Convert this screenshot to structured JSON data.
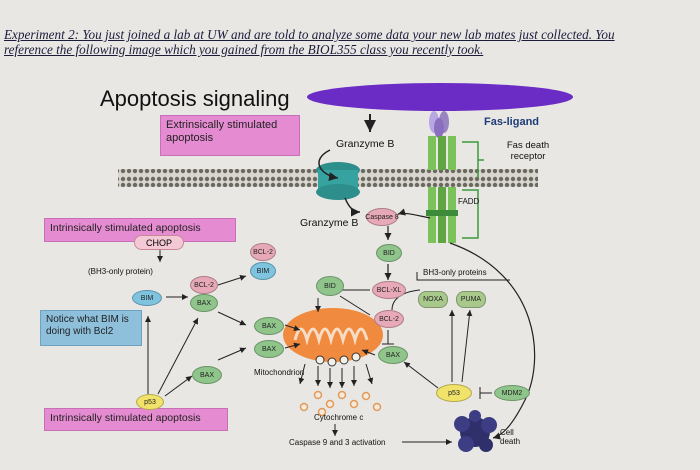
{
  "header": {
    "line1": "Experiment 2: You just joined a lab at UW and are told to analyze some data your new lab mates just collected. You",
    "line2": "reference the following image which you gained from the BIOL355 class you recently took."
  },
  "diagram": {
    "title": "Apoptosis signaling",
    "extrinsic_label": "Extrinsically stimulated apoptosis",
    "intrinsic_label_top": "Intrinsically stimulated apoptosis",
    "intrinsic_label_bottom": "Intrinsically stimulated apoptosis",
    "note": "Notice what BIM is doing with Bcl2",
    "fas_ligand": "Fas-ligand",
    "fas_receptor": "Fas death receptor",
    "fadd": "FADD",
    "granzyme_b_top": "Granzyme B",
    "granzyme_b_mid": "Granzyme B",
    "chop": "CHOP",
    "bh3_only_protein": "(BH3-only protein)",
    "bh3_only_proteins": "BH3-only proteins",
    "caspase8": "Caspase 8",
    "bid_right": "BID",
    "bid_left": "BID",
    "bcl2_top": "BCL-2",
    "bim_top": "BIM",
    "bim_left": "BIM",
    "bcl2_left": "BCL-2",
    "bax_left": "BAX",
    "bax_m1": "BAX",
    "bax_m2": "BAX",
    "bax_low": "BAX",
    "bax_right": "BAX",
    "bclxl": "BCL-XL",
    "bcl2_right": "BCL-2",
    "noxa": "NOXA",
    "puma": "PUMA",
    "p53_left": "p53",
    "p53_right": "p53",
    "mdm2": "MDM2",
    "mitochondrion": "Mitochondrion",
    "cytochrome_c": "Cytochrome c",
    "caspase_activation": "Caspase 9 and 3 activation",
    "cell_death": "Cell death",
    "colors": {
      "pink_box": "#e58bd1",
      "blue_box": "#8ec0dc",
      "ligand_purple": "#6a2cc4",
      "receptor_green": "#7cc25a",
      "mitochondrion_orange": "#f08a3e"
    }
  }
}
